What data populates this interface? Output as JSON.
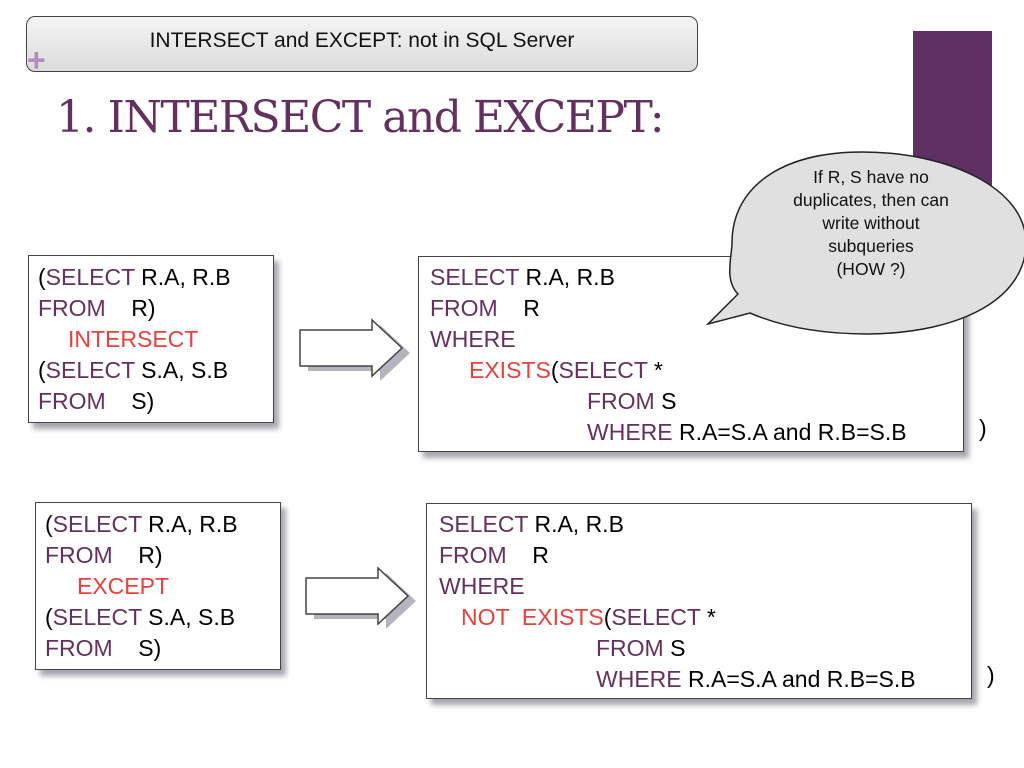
{
  "header": {
    "box_text": "INTERSECT and EXCEPT: not in SQL Server",
    "plus_glyph": "+",
    "title": "1. INTERSECT and EXCEPT:"
  },
  "callout": {
    "lines": [
      "If R, S have no",
      "duplicates, then can",
      "write without",
      "subqueries",
      "(HOW ?)"
    ]
  },
  "intersect_original": {
    "l1_paren": "(",
    "l1_kw": "SELECT",
    "l1_rest": " R.A, R.B",
    "l2_kw": "FROM",
    "l2_rest": "    R)",
    "l3_op": "INTERSECT",
    "l4_paren": "(",
    "l4_kw": "SELECT",
    "l4_rest": " S.A, S.B",
    "l5_kw": "FROM",
    "l5_rest": "    S)"
  },
  "intersect_rewrite": {
    "l1_kw": "SELECT",
    "l1_rest": " R.A, R.B",
    "l2_kw": "FROM",
    "l2_rest": "    R",
    "l3_kw": "WHERE",
    "l4_op": "EXISTS",
    "l4_paren": "(",
    "l4_kw": "SELECT",
    "l4_rest": " *",
    "l5_kw": "FROM",
    "l5_rest": " S",
    "l6_kw": "WHERE",
    "l6_rest": " R.A=S.A and R.B=S.B",
    "l6_close": ")"
  },
  "except_original": {
    "l1_paren": "(",
    "l1_kw": "SELECT",
    "l1_rest": " R.A, R.B",
    "l2_kw": "FROM",
    "l2_rest": "    R)",
    "l3_op": "EXCEPT",
    "l4_paren": "(",
    "l4_kw": "SELECT",
    "l4_rest": " S.A, S.B",
    "l5_kw": "FROM",
    "l5_rest": "    S)"
  },
  "except_rewrite": {
    "l1_kw": "SELECT",
    "l1_rest": " R.A, R.B",
    "l2_kw": "FROM",
    "l2_rest": "    R",
    "l3_kw": "WHERE",
    "l4_op": "NOT  EXISTS",
    "l4_paren": "(",
    "l4_kw": "SELECT",
    "l4_rest": " *",
    "l5_kw": "FROM",
    "l5_rest": " S",
    "l6_kw": "WHERE",
    "l6_rest": " R.A=S.A and R.B=S.B",
    "l6_close": ")"
  },
  "colors": {
    "keyword": "#64305f",
    "operator": "#e8413c",
    "accent_bar": "#5e2f63",
    "plus": "#b48ac0"
  }
}
